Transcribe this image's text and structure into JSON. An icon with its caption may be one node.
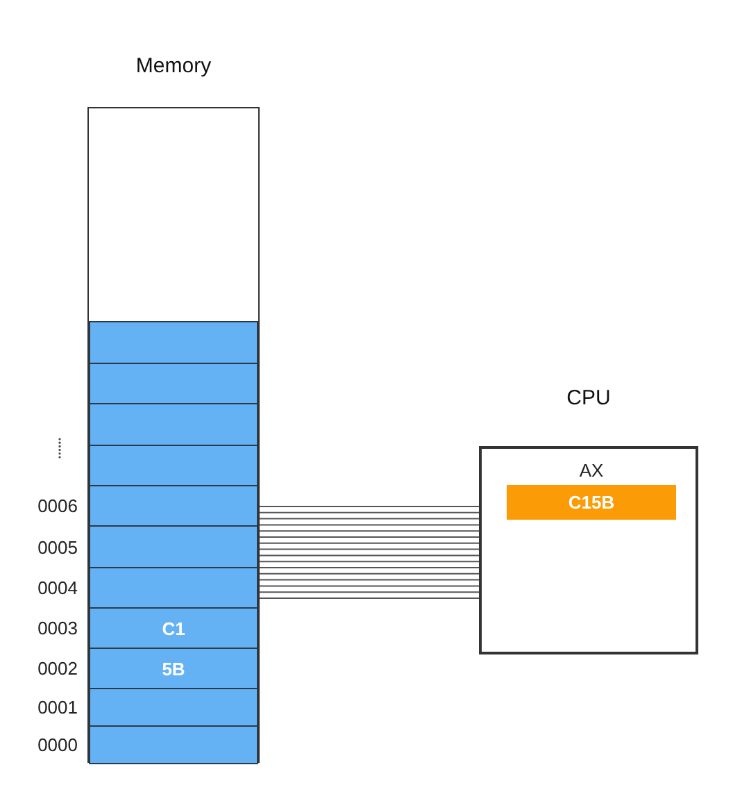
{
  "diagram": {
    "nodes": [
      {
        "text": [
          "Memory"
        ]
      },
      {
        "text": [],
        "shape": "box",
        "in": 0
      },
      {
        "text": [],
        "shape": "box",
        "in": 0
      },
      {
        "text": [],
        "shape": "box",
        "in": 0
      },
      {
        "text": [],
        "shape": "box",
        "in": 0
      },
      {
        "text": [],
        "shape": "box",
        "in": 0,
        "beside": [
          "0006"
        ]
      },
      {
        "text": [],
        "shape": "box",
        "in": 0,
        "beside": [
          "0005"
        ]
      },
      {
        "text": [],
        "shape": "box",
        "in": 0,
        "beside": [
          "0004"
        ]
      },
      {
        "text": [
          "C1"
        ],
        "in": 0,
        "beside": [
          "0003"
        ]
      },
      {
        "text": [
          "5B"
        ],
        "in": 0,
        "beside": [
          "0002"
        ]
      },
      {
        "text": [],
        "shape": "box",
        "in": 0,
        "beside": [
          "0001"
        ]
      },
      {
        "text": [],
        "shape": "box",
        "in": 0,
        "beside": [
          "0000"
        ]
      },
      {
        "text": [
          "CPU"
        ]
      },
      {
        "text": [
          "C15B"
        ],
        "in": 12,
        "beside": [
          "AX"
        ]
      }
    ],
    "edges": [
      {
        "from": 5,
        "to": 12,
        "arrow": "none"
      },
      {
        "from": 6,
        "to": 12,
        "arrow": "none"
      },
      {
        "from": 7,
        "to": 12,
        "arrow": "none"
      }
    ]
  }
}
